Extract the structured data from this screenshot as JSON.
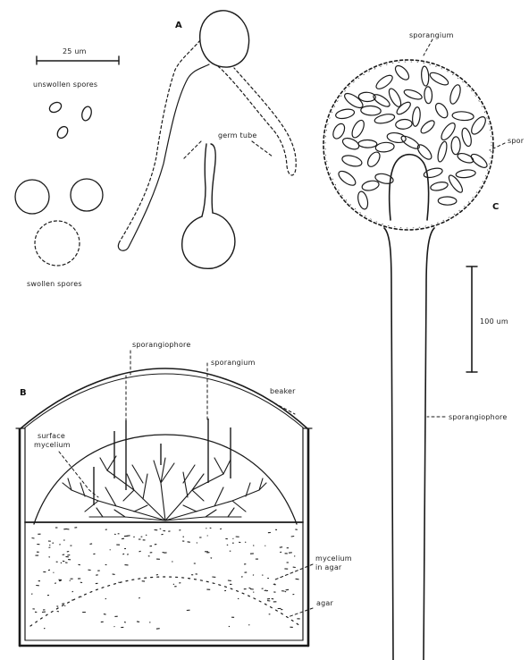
{
  "panel_a": {
    "letter": "A",
    "scale_bar": "25 um",
    "unswollen": "unswollen spores",
    "germ_tube": "germ tube",
    "swollen": "swollen spores"
  },
  "panel_b": {
    "letter": "B",
    "sporangiophore": "sporangiophore",
    "sporangium": "sporangium",
    "beaker": "beaker",
    "surface_mycelium": [
      "surface",
      "mycelium"
    ],
    "mycelium_in_agar": [
      "mycelium",
      "in agar"
    ],
    "agar": "agar"
  },
  "panel_c": {
    "letter": "C",
    "sporangium": "sporangium",
    "spores": "spor",
    "scale_bar": "100 um",
    "sporangiophore": "sporangiophore"
  }
}
